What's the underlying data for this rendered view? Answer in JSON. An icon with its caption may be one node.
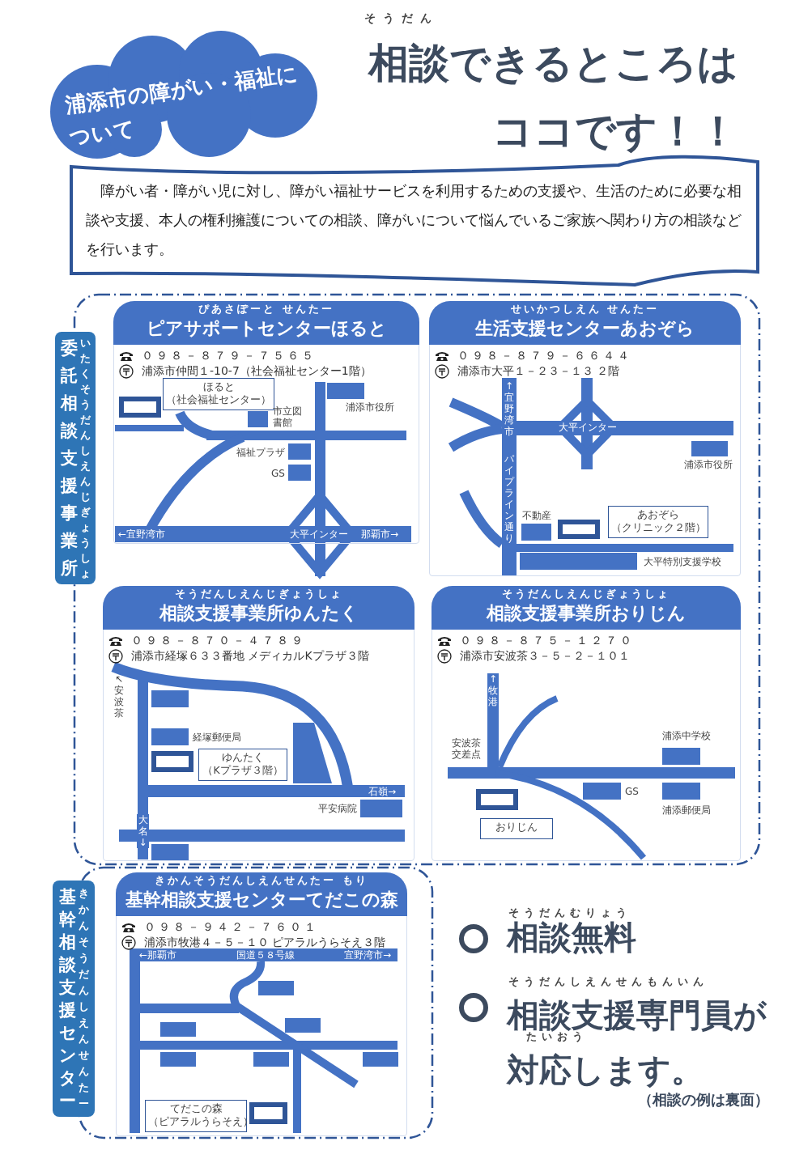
{
  "diagram": {
    "title": "相談できるところはココです！！",
    "nodes": [
      {
        "text": [
          "浦添市の障がい・福祉について"
        ]
      },
      {
        "text": [
          "障がい者・障がい児に対し、障がい福祉サービスを利用するための支援や、生活のために必要な相談や支援、本人の権利擁護についての相談、障がいについて悩んでいるご家族へ関わり方の相談などを行います。"
        ]
      },
      {
        "text": [
          "委託相談支援事業所",
          "いたくそうだんしえんじぎょうしょ"
        ]
      },
      {
        "text": [
          "ぴあさぽーと せんたー",
          "ピアサポートセンターほると",
          "０９８－８７９－７５６５",
          "浦添市仲間１-10-7（社会福祉センター1階）"
        ],
        "in": 2
      },
      {
        "text": [
          "ほると（社会福祉センター）"
        ],
        "in": 3
      },
      {
        "text": [
          "せいかつしえん せんたー",
          "生活支援センターあおぞら",
          "０９８－８７９－６６４４",
          "浦添市大平１－２３－１３ ２階"
        ],
        "in": 2
      },
      {
        "text": [
          "あおぞら（クリニック２階）"
        ],
        "in": 5
      },
      {
        "text": [
          "そうだんしえんじぎょうしょ",
          "相談支援事業所ゆんたく",
          "０９８－８７０－４７８９",
          "浦添市経塚６３３番地 メディカルKプラザ３階"
        ],
        "in": 2
      },
      {
        "text": [
          "ゆんたく（Kプラザ３階）"
        ],
        "in": 7
      },
      {
        "text": [
          "そうだんしえんじぎょうしょ",
          "相談支援事業所おりじん",
          "０９８－８７５－１２７０",
          "浦添市安波茶３－５－２－１０１"
        ],
        "in": 2
      },
      {
        "text": [
          "おりじん"
        ],
        "in": 9
      },
      {
        "text": [
          "基幹相談支援センター",
          "きかんそうだんしえんせんたー"
        ]
      },
      {
        "text": [
          "きかんそうだんしえんせんたー もり",
          "基幹相談支援センターてだこの森",
          "０９８－９４２－７６０１",
          "浦添市牧港４－５－１０ ピアラルうらそえ３階"
        ],
        "in": 11
      },
      {
        "text": [
          "てだこの森（ピアラルうらそえ）"
        ],
        "in": 12
      }
    ],
    "edges": [],
    "labels": [
      "そうだん",
      "市立図書館",
      "浦添市役所",
      "福祉プラザ",
      "GS",
      "←宜野湾市",
      "大平インター",
      "那覇市→",
      "↑宜野湾市",
      "大平インター",
      "浦添市役所",
      "パイプライン通り",
      "不動産",
      "大平特別支援学校",
      "↖安波茶",
      "経塚郵便局",
      "石嶺→",
      "平安病院",
      "大名↓",
      "↑牧港",
      "安波茶交差点",
      "浦添中学校",
      "GS",
      "浦添郵便局",
      "←那覇市",
      "国道５８号線",
      "宜野湾市→",
      "そうだんむりょう",
      "相談無料",
      "そうだんしえんせんもんいん",
      "相談支援専門員が対応します。",
      "たいおう",
      "（相談の例は裏面）"
    ]
  }
}
